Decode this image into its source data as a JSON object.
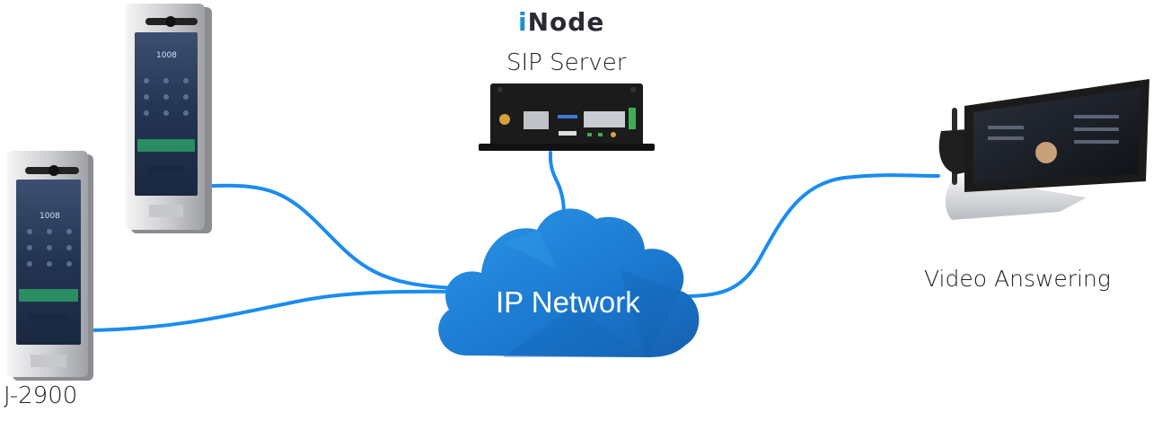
{
  "diagram": {
    "brand": {
      "prefix": "i",
      "suffix": "Node"
    },
    "sip_server_label": "SIP Server",
    "cloud_label": "IP Network",
    "video_answering_label": "Video Answering",
    "intercom_model_label": "J-2900",
    "intercom_keypad_display": "1008",
    "colors": {
      "link": "#1a8cf0",
      "cloud": "#1d7fd6",
      "cloud_dark": "#1366b8",
      "panel_silver": "#d9dadc",
      "panel_screen": "#2c3c58",
      "server_body": "#1b1b1b",
      "brand_accent": "#1e8ed8"
    },
    "icons": {
      "intercom": "door-intercom-icon",
      "server": "sip-server-device-icon",
      "phone": "video-phone-icon",
      "cloud": "cloud-icon"
    }
  }
}
